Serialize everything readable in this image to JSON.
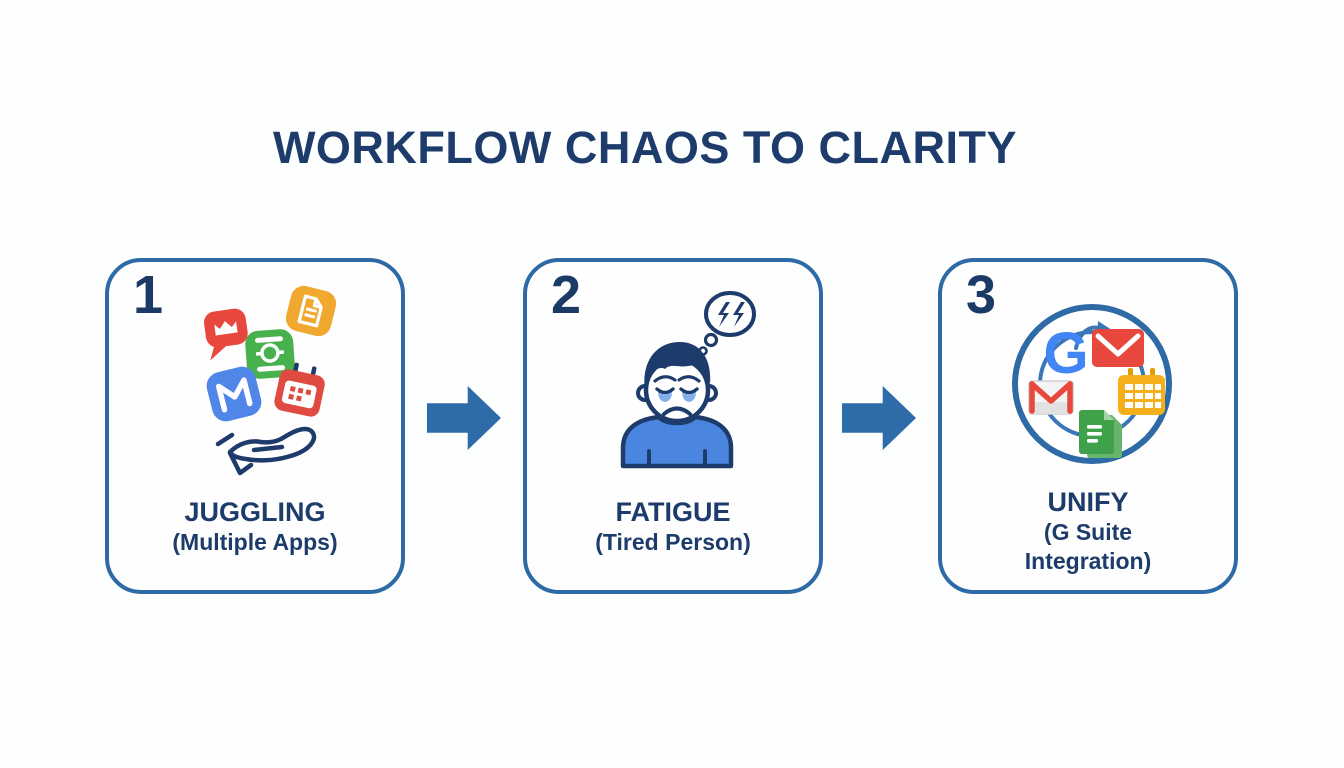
{
  "title": "WORKFLOW CHAOS TO CLARITY",
  "steps": [
    {
      "number": "1",
      "label": "JUGGLING",
      "sublabel_lines": [
        "(Multiple Apps)"
      ],
      "icons": [
        "chat-app-icon",
        "document-app-icon",
        "video-app-icon",
        "mail-app-icon",
        "calendar-app-icon",
        "open-hand-icon"
      ]
    },
    {
      "number": "2",
      "label": "FATIGUE",
      "sublabel_lines": [
        "(Tired Person)"
      ],
      "icons": [
        "stress-thought-bubble-icon",
        "tired-person-icon"
      ]
    },
    {
      "number": "3",
      "label": "UNIFY",
      "sublabel_lines": [
        "(G Suite",
        "Integration)"
      ],
      "icons": [
        "sync-cycle-icon",
        "google-g-icon",
        "red-envelope-icon",
        "yellow-calendar-icon",
        "green-docs-icon",
        "gmail-envelope-icon"
      ]
    }
  ],
  "arrows": [
    {
      "direction": "right"
    },
    {
      "direction": "right"
    }
  ],
  "colors": {
    "navy_text": "#1d3c6b",
    "panel_border": "#2e6aa5",
    "arrow_blue": "#2d6ca8",
    "app_red": "#e8473d",
    "app_yellow": "#f0a92e",
    "app_green": "#47b14d",
    "app_blue": "#4f86e8",
    "google_blue": "#4285f4",
    "calendar_yellow": "#f3b01c",
    "docs_green": "#3fa24a",
    "shirt_blue": "#4a86e0",
    "background": "#fdfefe"
  }
}
